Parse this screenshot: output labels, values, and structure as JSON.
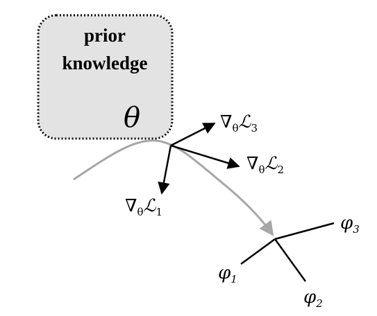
{
  "box": {
    "line1": "prior",
    "line2": "knowledge",
    "param": "θ"
  },
  "gradients": [
    {
      "nabla": "∇",
      "sub": "θ",
      "loss": "ℒ",
      "index": "3"
    },
    {
      "nabla": "∇",
      "sub": "θ",
      "loss": "ℒ",
      "index": "2"
    },
    {
      "nabla": "∇",
      "sub": "θ",
      "loss": "ℒ",
      "index": "1"
    }
  ],
  "tasks": [
    {
      "symbol": "φ",
      "index": "1"
    },
    {
      "symbol": "φ",
      "index": "2"
    },
    {
      "symbol": "φ",
      "index": "3"
    }
  ],
  "colors": {
    "box_fill": "#e3e3e3",
    "box_border": "#000000",
    "path": "#a6a6a6",
    "arrows": "#000000"
  }
}
